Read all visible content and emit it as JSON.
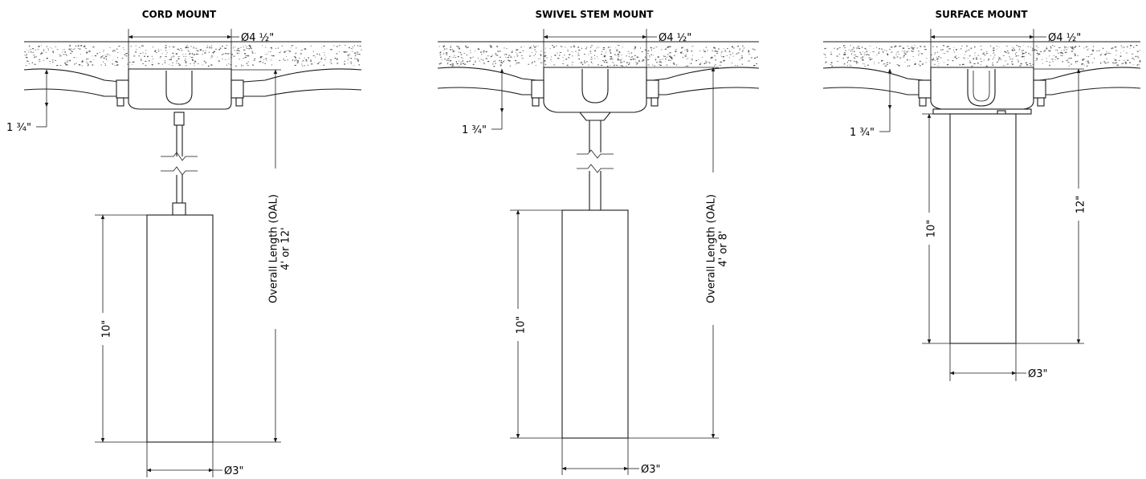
{
  "panels": [
    {
      "title": "CORD MOUNT",
      "canopy_dia": "Ø4 ½\"",
      "depth": "1 ¾\"",
      "oal_line1": "Overall Length (OAL)",
      "oal_line2": "4' or 12'",
      "cyl_len": "10\"",
      "cyl_dia": "Ø3\""
    },
    {
      "title": "SWIVEL STEM MOUNT",
      "canopy_dia": "Ø4 ½\"",
      "depth": "1 ¾\"",
      "oal_line1": "Overall Length (OAL)",
      "oal_line2": "4' or 8'",
      "cyl_len": "10\"",
      "cyl_dia": "Ø3\""
    },
    {
      "title": "SURFACE MOUNT",
      "canopy_dia": "Ø4 ½\"",
      "depth": "1 ¾\"",
      "cyl_len": "10\"",
      "total_len": "12\"",
      "cyl_dia": "Ø3\""
    }
  ]
}
